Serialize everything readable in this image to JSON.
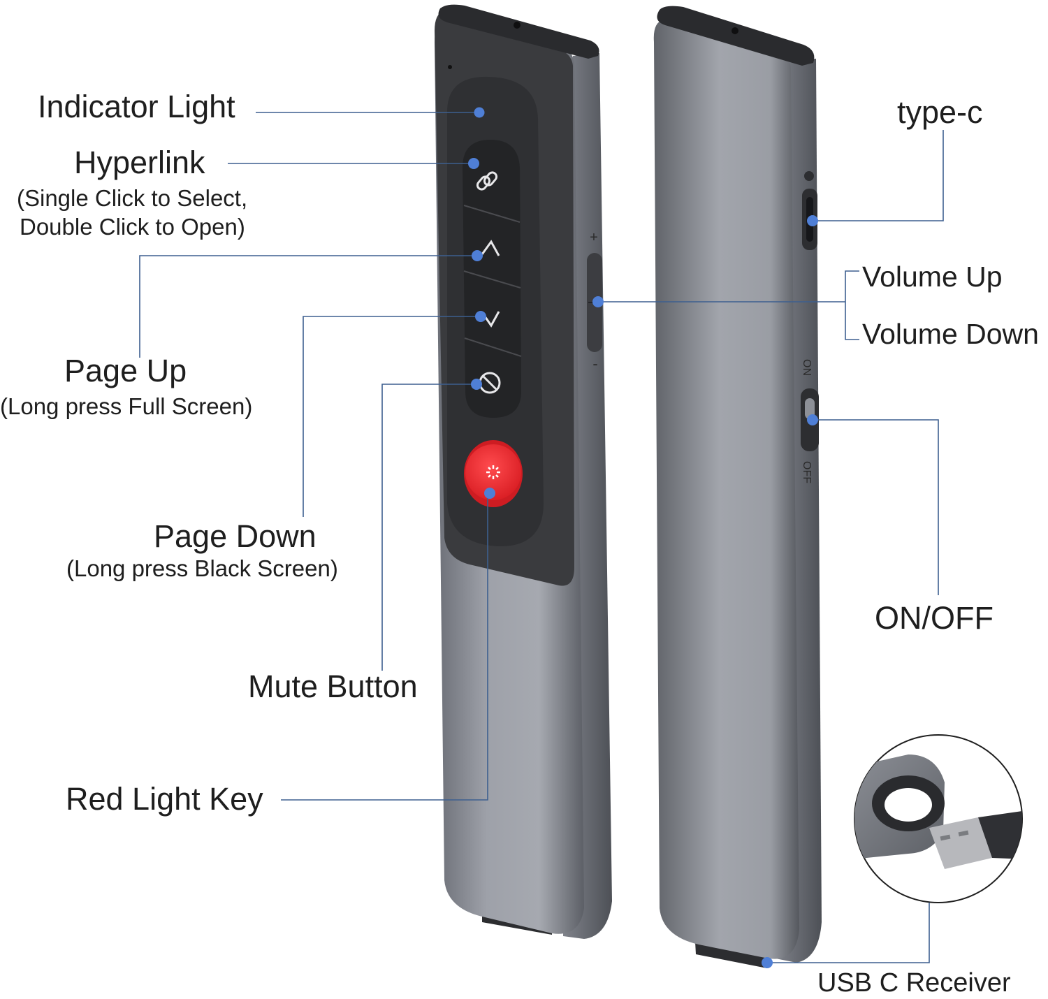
{
  "labels": {
    "indicator_light": "Indicator Light",
    "hyperlink": "Hyperlink",
    "hyperlink_note_1": "(Single Click to Select,",
    "hyperlink_note_2": "Double Click to Open)",
    "page_up": "Page Up",
    "page_up_note": "(Long press Full Screen)",
    "page_down": "Page Down",
    "page_down_note": "(Long press Black Screen)",
    "mute_button": "Mute Button",
    "red_light_key": "Red Light Key",
    "type_c": "type-c",
    "volume_up": "Volume Up",
    "volume_down": "Volume Down",
    "on_off": "ON/OFF",
    "usb_c_receiver": "USB C Receiver"
  },
  "device_markings": {
    "plus": "+",
    "minus": "-",
    "switch_on": "ON",
    "switch_off": "OFF"
  },
  "colors": {
    "callout_dot": "#4f7fd6",
    "callout_line": "#3d5f8f",
    "laser_button": "#ee2328",
    "body_metal": "#8c8f97",
    "keypad": "#3a3b3e"
  }
}
